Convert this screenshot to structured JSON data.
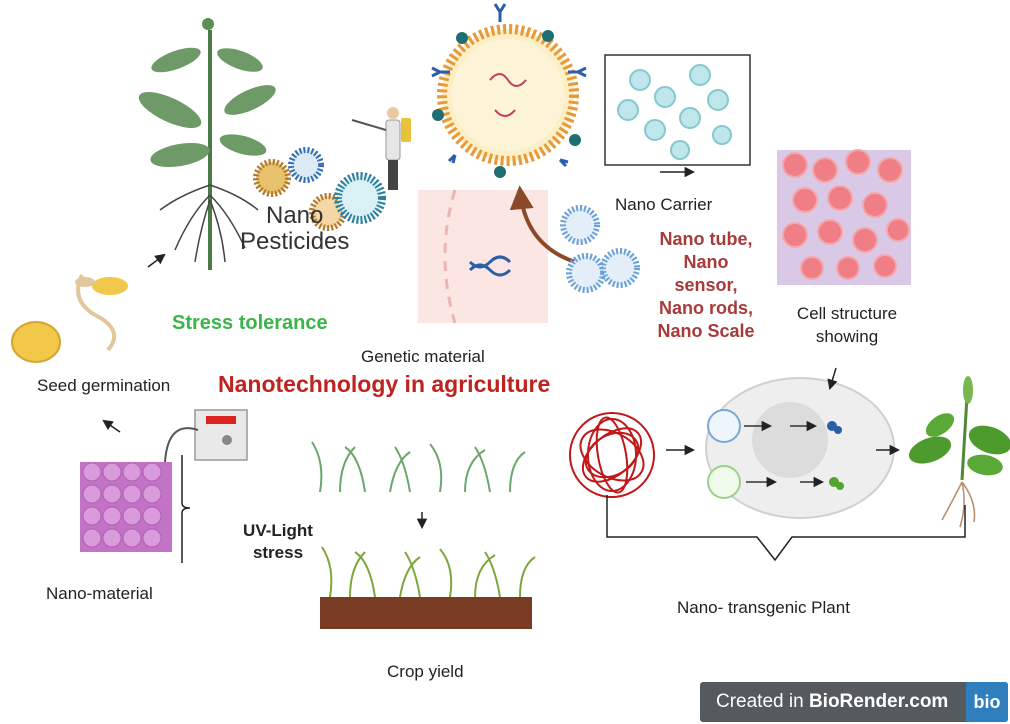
{
  "title": "Nanotechnology in agriculture",
  "labels": {
    "nano_pesticides": "Nano\nPesticides",
    "stress_tolerance": "Stress tolerance",
    "seed_germination": "Seed germination",
    "nano_material": "Nano-material",
    "genetic_material": "Genetic material",
    "nano_carrier": "Nano Carrier",
    "nano_list": "Nano tube,\nNano\nsensor,\nNano rods,\nNano Scale",
    "cell_structure": "Cell structure\nshowing",
    "uv_light": "UV-Light\nstress",
    "crop_yield": "Crop yield",
    "nano_transgenic": "Nano- transgenic Plant"
  },
  "badge": {
    "prefix": "Created in ",
    "brand": "BioRender.com",
    "logo": "bio"
  },
  "colors": {
    "title": "#c0221f",
    "stress": "#3ab54a",
    "nano_list": "#a83a3a",
    "badge_bg": "#555a5f",
    "badge_logo": "#2f7fbf"
  },
  "icons": [
    "plant-icon",
    "nanoparticle-icon",
    "sprayer-person-icon",
    "liposome-icon",
    "seed-icon",
    "sprout-icon",
    "dna-icon",
    "cube-lattice-icon",
    "uv-device-icon",
    "grass-icon",
    "soil-icon",
    "tissue-icon",
    "nanotube-coil-icon",
    "cell-icon",
    "transgenic-plant-icon"
  ]
}
